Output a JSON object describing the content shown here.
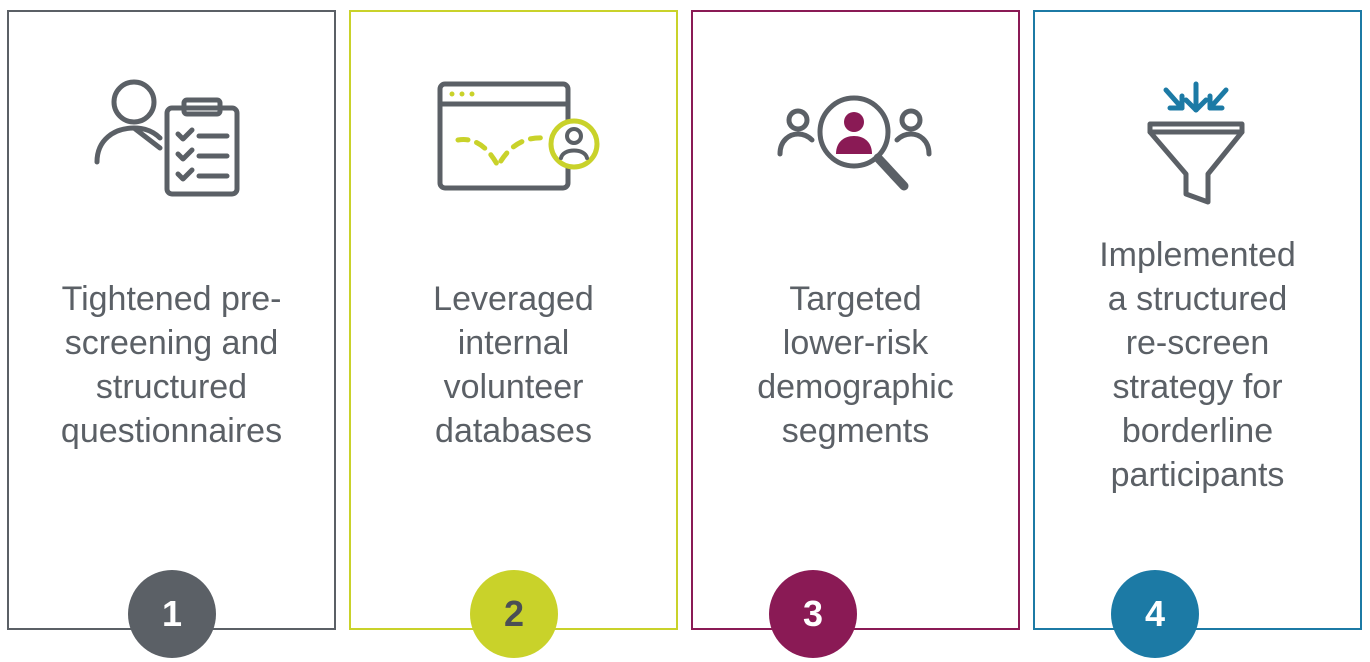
{
  "colors": {
    "gray": "#5b6066",
    "lime": "#c9d22a",
    "magenta": "#8a1a55",
    "teal": "#1c7aa5"
  },
  "steps": [
    {
      "number": "1",
      "text": "Tightened pre-\nscreening and\nstructured\nquestionnaires",
      "icon": "person-clipboard-icon",
      "color": "#5b6066"
    },
    {
      "number": "2",
      "text": "Leveraged\ninternal\nvolunteer\ndatabases",
      "icon": "browser-user-icon",
      "color": "#c9d22a"
    },
    {
      "number": "3",
      "text": "Targeted\nlower-risk\ndemographic\nsegments",
      "icon": "magnifier-people-icon",
      "color": "#8a1a55"
    },
    {
      "number": "4",
      "text": "Implemented\na structured\nre-screen\nstrategy for\nborderline\nparticipants",
      "icon": "funnel-arrows-icon",
      "color": "#1c7aa5"
    }
  ]
}
